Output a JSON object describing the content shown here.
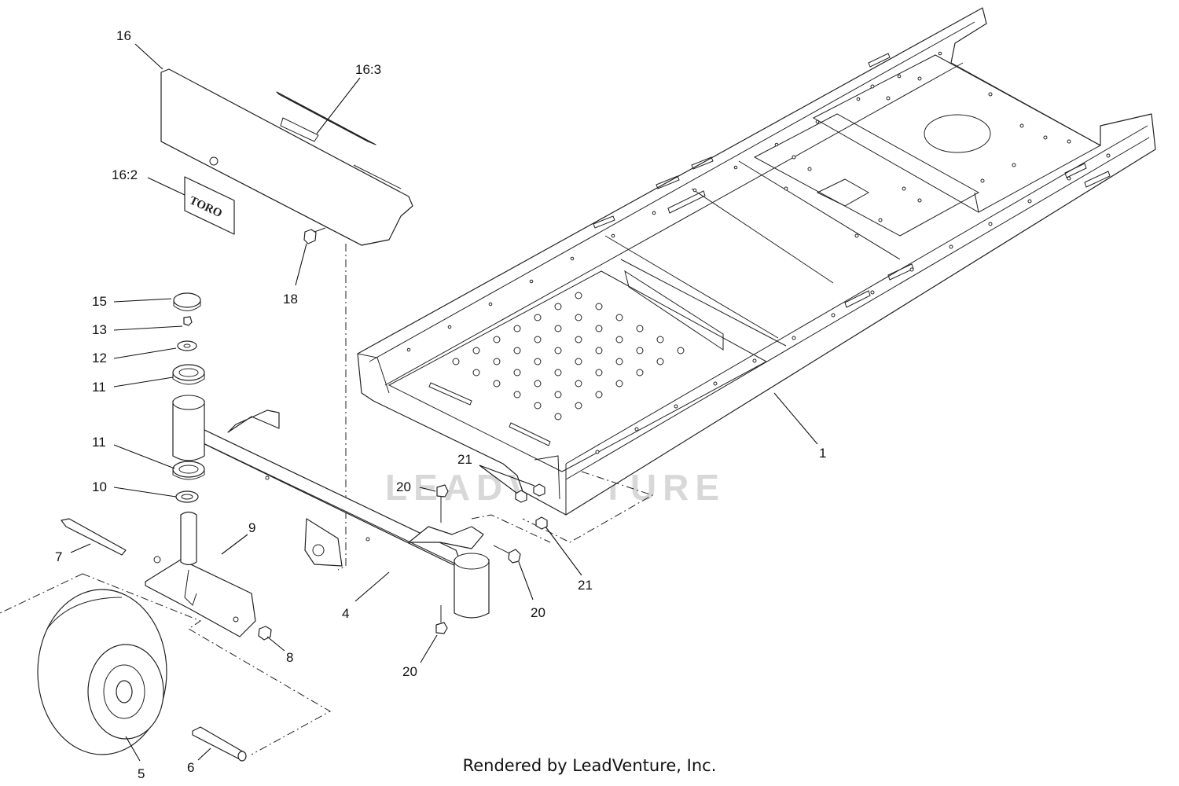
{
  "diagram": {
    "callouts": [
      {
        "id": "c16",
        "label": "16"
      },
      {
        "id": "c163",
        "label": "16:3"
      },
      {
        "id": "c162",
        "label": "16:2"
      },
      {
        "id": "c18",
        "label": "18"
      },
      {
        "id": "c15",
        "label": "15"
      },
      {
        "id": "c13",
        "label": "13"
      },
      {
        "id": "c12",
        "label": "12"
      },
      {
        "id": "c11a",
        "label": "11"
      },
      {
        "id": "c11b",
        "label": "11"
      },
      {
        "id": "c10",
        "label": "10"
      },
      {
        "id": "c9",
        "label": "9"
      },
      {
        "id": "c7",
        "label": "7"
      },
      {
        "id": "c8",
        "label": "8"
      },
      {
        "id": "c5",
        "label": "5"
      },
      {
        "id": "c6",
        "label": "6"
      },
      {
        "id": "c4",
        "label": "4"
      },
      {
        "id": "c20a",
        "label": "20"
      },
      {
        "id": "c20b",
        "label": "20"
      },
      {
        "id": "c20c",
        "label": "20"
      },
      {
        "id": "c21a",
        "label": "21"
      },
      {
        "id": "c21b",
        "label": "21"
      },
      {
        "id": "c1",
        "label": "1"
      }
    ],
    "decal_text": "TORO",
    "watermark": "LEADVENTURE",
    "credit": "Rendered by LeadVenture, Inc."
  }
}
